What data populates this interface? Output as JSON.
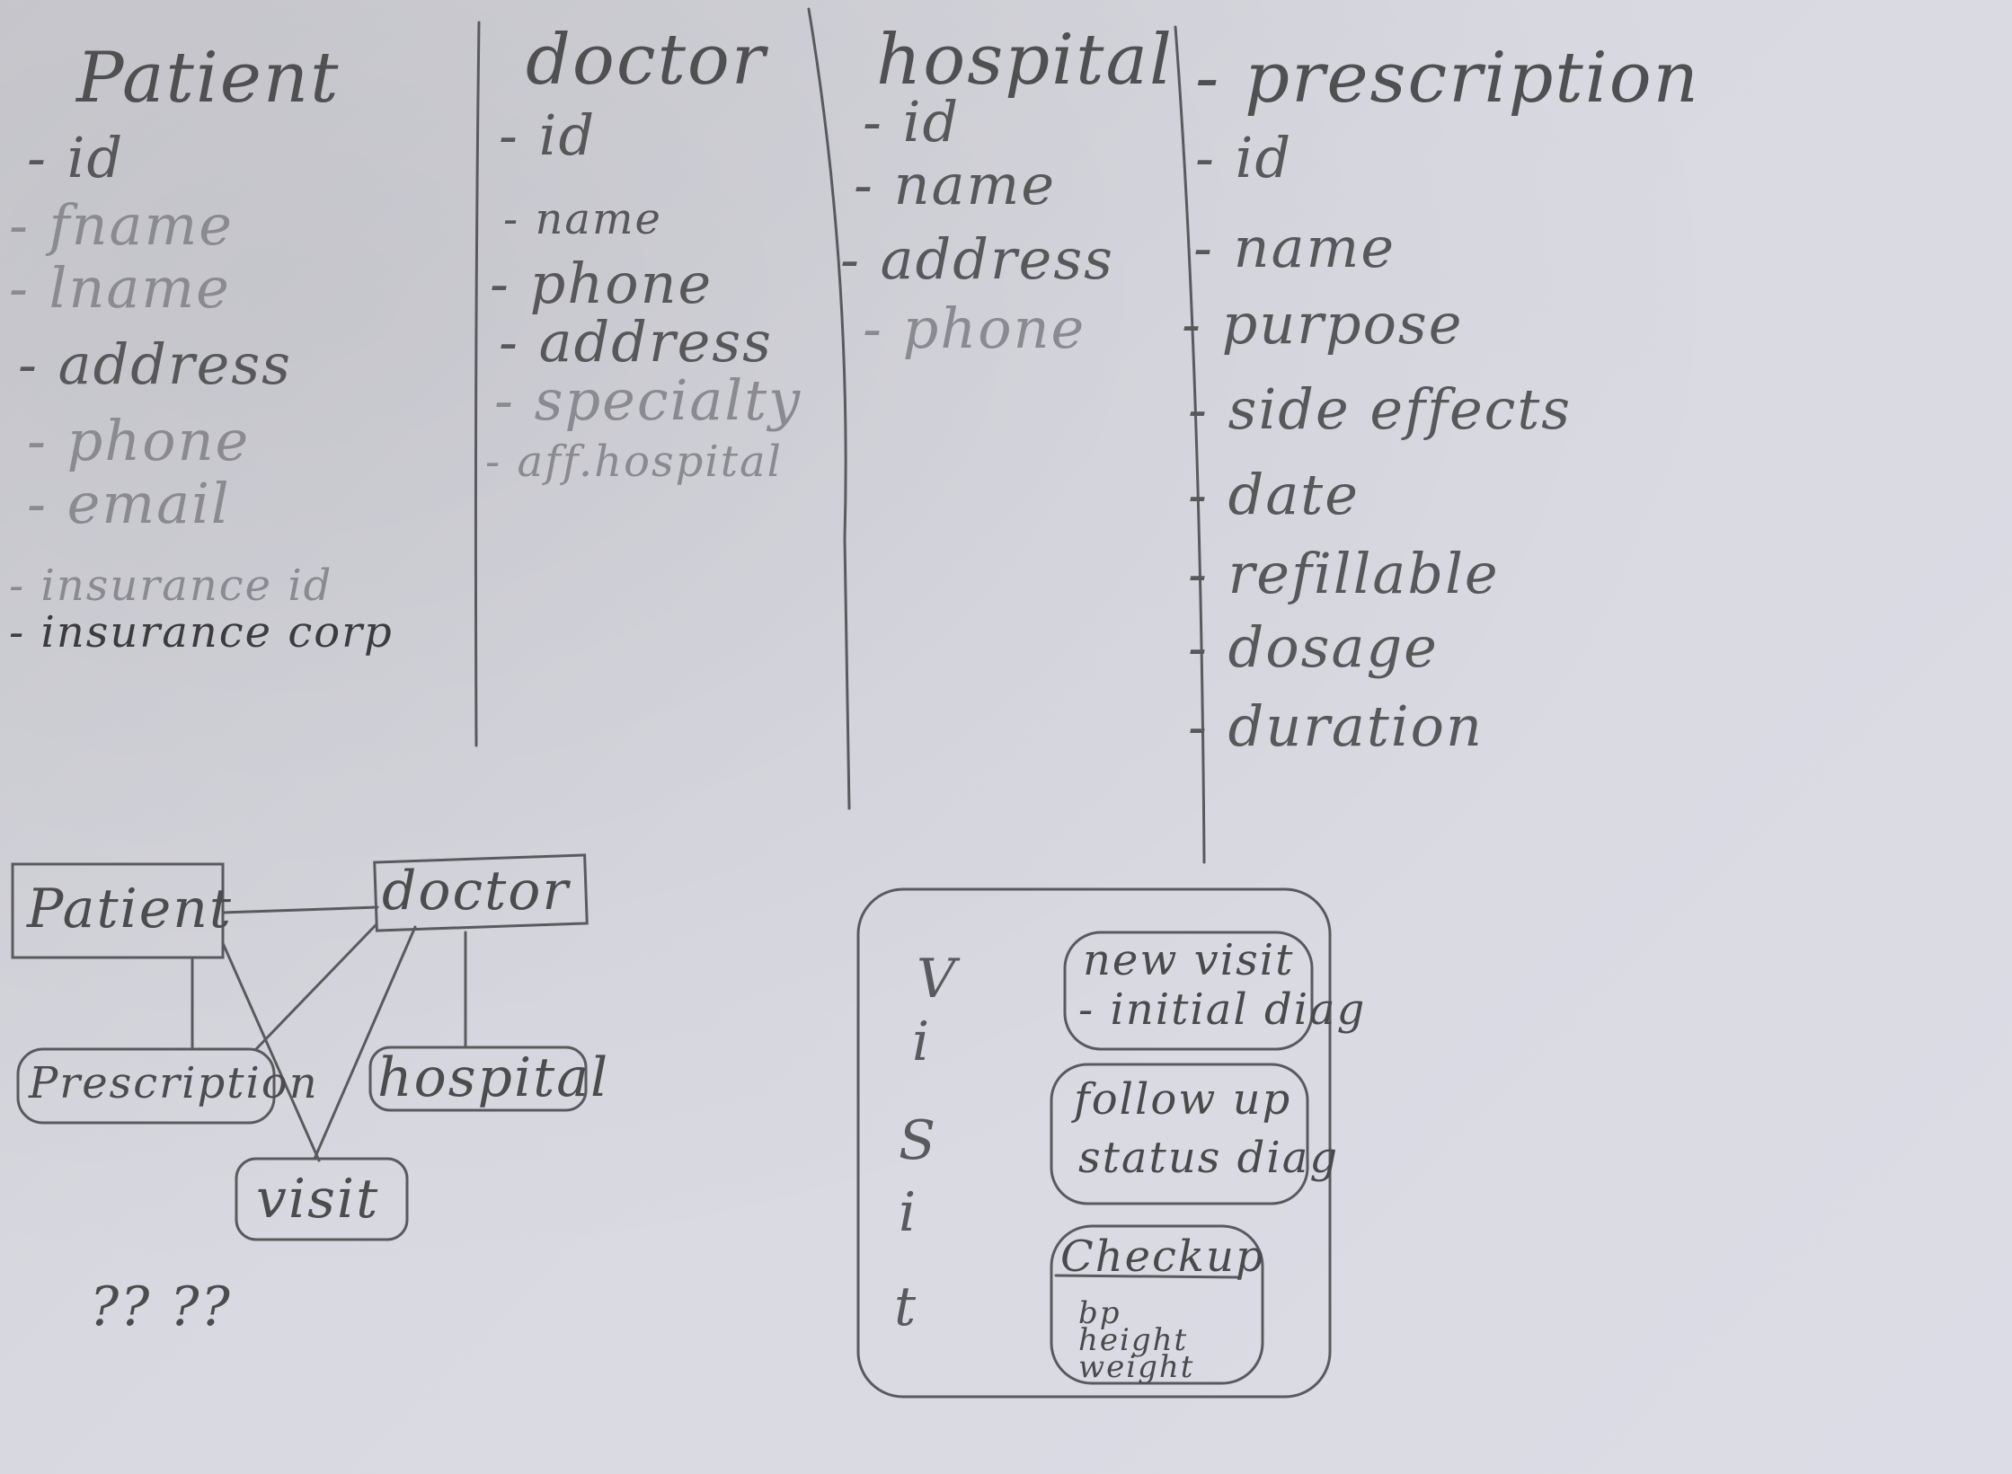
{
  "patient": {
    "title": "Patient",
    "fields": [
      "- id",
      "- fname",
      "- lname",
      "- address",
      "- phone",
      "- email",
      "- insurance id",
      "- insurance corp"
    ]
  },
  "doctor": {
    "title": "doctor",
    "fields": [
      "- id",
      "- name",
      "- phone",
      "- address",
      "- specialty",
      "- aff.hospital"
    ]
  },
  "hospital": {
    "title": "hospital",
    "fields": [
      "- id",
      "- name",
      "- address",
      "- phone"
    ]
  },
  "prescription": {
    "title": "- prescription",
    "fields": [
      "- id",
      "- name",
      "- purpose",
      "- side effects",
      "- date",
      "- refillable",
      "- dosage",
      "- duration"
    ]
  },
  "relationships": {
    "patient": "Patient",
    "doctor": "doctor",
    "prescription": "Prescription",
    "hospital": "hospital",
    "visit": "visit",
    "question": "?? ??"
  },
  "visit_types": {
    "letters": [
      "V",
      "i",
      "S",
      "i",
      "t"
    ],
    "new_visit": {
      "title": "new visit",
      "detail": "- initial diag"
    },
    "follow_up": {
      "title": "follow up",
      "detail": "status diag"
    },
    "checkup": {
      "title": "Checkup",
      "line1": "bp",
      "line2": "height",
      "line3": "weight"
    }
  }
}
